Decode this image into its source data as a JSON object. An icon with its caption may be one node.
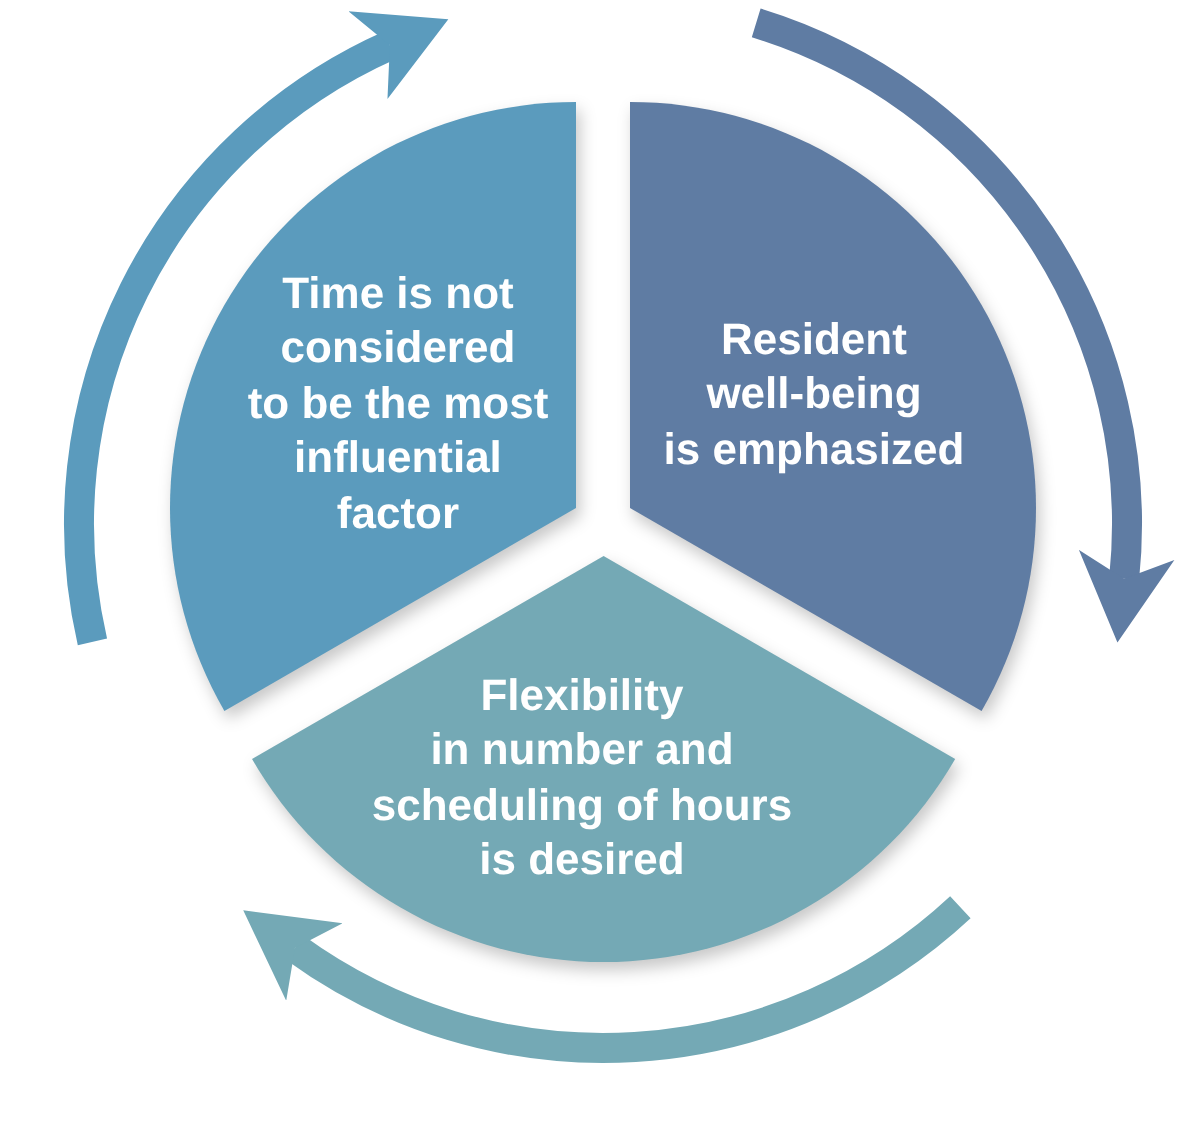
{
  "diagram": {
    "nodes": [
      {
        "text": [
          "Time is not considered to be the most influential factor"
        ]
      },
      {
        "text": [
          "Resident well-being is emphasized"
        ]
      },
      {
        "text": [
          "Flexibility in number and scheduling of hours is desired"
        ]
      }
    ]
  }
}
